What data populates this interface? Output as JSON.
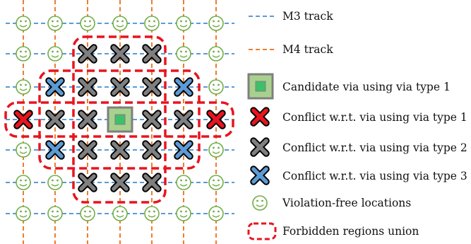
{
  "colors": {
    "m3_track": "#5b9bd5",
    "m4_track": "#ed7d31",
    "smiley": "#70ad47",
    "forbidden": "#e8141e",
    "conflict_type1": "#e8141e",
    "conflict_type2": "#7f7f7f",
    "conflict_type3": "#5b9bd5",
    "candidate_outer": "#a9d18e",
    "candidate_inner": "#3fbf6a",
    "candidate_border": "#7f7f7f"
  },
  "grid": {
    "columns": 7,
    "rows": 7,
    "markers": [
      [
        "smiley",
        "smiley",
        "smiley",
        "smiley",
        "smiley",
        "smiley",
        "smiley"
      ],
      [
        "smiley",
        "smiley",
        "type2",
        "type2",
        "type2",
        "smiley",
        "smiley"
      ],
      [
        "smiley",
        "type3",
        "type2",
        "type2",
        "type2",
        "type3",
        "smiley"
      ],
      [
        "type1",
        "type2",
        "type2",
        "candidate",
        "type2",
        "type2",
        "type1"
      ],
      [
        "smiley",
        "type3",
        "type2",
        "type2",
        "type2",
        "type3",
        "smiley"
      ],
      [
        "smiley",
        "smiley",
        "type2",
        "type2",
        "type2",
        "smiley",
        "smiley"
      ],
      [
        "smiley",
        "smiley",
        "smiley",
        "smiley",
        "smiley",
        "smiley",
        "smiley"
      ]
    ]
  },
  "legend": [
    {
      "icon": "m3-track-line",
      "label": "M3 track"
    },
    {
      "icon": "m4-track-line",
      "label": "M4 track"
    },
    {
      "icon": "candidate-via-icon",
      "label": "Candidate via using via type 1"
    },
    {
      "icon": "red-x-icon",
      "label": "Conflict w.r.t. via using via type 1"
    },
    {
      "icon": "gray-x-icon",
      "label": "Conflict w.r.t. via using via type 2"
    },
    {
      "icon": "blue-x-icon",
      "label": "Conflict w.r.t. via using via type 3"
    },
    {
      "icon": "smiley-icon",
      "label": "Violation-free locations"
    },
    {
      "icon": "forbidden-region-icon",
      "label": "Forbidden regions union"
    }
  ]
}
